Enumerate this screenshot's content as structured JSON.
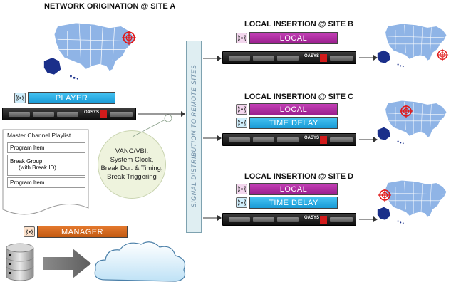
{
  "site_a": {
    "title": "NETWORK ORIGINATION @ SITE A"
  },
  "player": {
    "label": "PLAYER"
  },
  "playlist": {
    "header": "Master Channel Playlist",
    "items": [
      "Program Item",
      "Break Group",
      "(with Break ID)",
      "Program Item"
    ]
  },
  "vanc": {
    "line1": "VANC/VBI:",
    "line2": "System Clock,",
    "line3": "Break Dur. & Timing,",
    "line4": "Break Triggering"
  },
  "signal_distribution": {
    "label": "SIGNAL DISTRIBUTION TO REMOTE SITES"
  },
  "manager": {
    "label": "MANAGER"
  },
  "site_b": {
    "title": "LOCAL INSERTION @ SITE B",
    "local_label": "LOCAL"
  },
  "site_c": {
    "title": "LOCAL INSERTION @ SITE C",
    "local_label": "LOCAL",
    "delay_label": "TIME DELAY"
  },
  "site_d": {
    "title": "LOCAL INSERTION @ SITE D",
    "local_label": "LOCAL",
    "delay_label": "TIME DELAY"
  },
  "rack": {
    "logo_text": "OASYS"
  },
  "colors": {
    "magenta": "#b02fa3",
    "blue": "#2aaee6",
    "orange": "#d5661c",
    "map": "#8fb4e6",
    "map_dark": "#1a2f8a",
    "target": "#e01818"
  }
}
